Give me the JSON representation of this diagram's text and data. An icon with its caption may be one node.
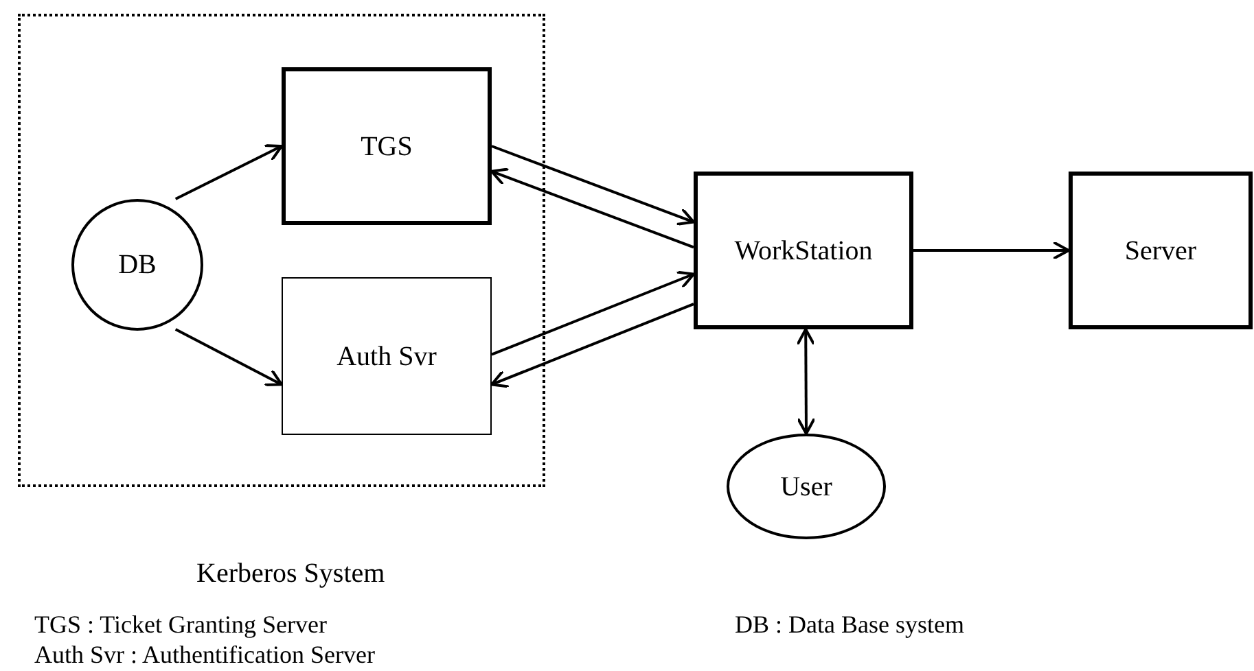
{
  "diagram": {
    "nodes": [
      {
        "text": [
          "Kerberos System"
        ]
      },
      {
        "text": [
          "DB"
        ],
        "in": 0
      },
      {
        "text": [
          "TGS"
        ],
        "in": 0
      },
      {
        "text": [
          "Auth Svr"
        ],
        "in": 0
      },
      {
        "text": [
          "WorkStation"
        ]
      },
      {
        "text": [
          "Server"
        ]
      },
      {
        "text": [
          "User"
        ]
      }
    ],
    "edges": [
      {
        "from": 1,
        "to": 2,
        "arrow": "to"
      },
      {
        "from": 1,
        "to": 3,
        "arrow": "to"
      },
      {
        "from": 2,
        "to": 4,
        "arrow": "to"
      },
      {
        "from": 4,
        "to": 2,
        "arrow": "to"
      },
      {
        "from": 3,
        "to": 4,
        "arrow": "to"
      },
      {
        "from": 4,
        "to": 3,
        "arrow": "to"
      },
      {
        "from": 4,
        "to": 5,
        "arrow": "to"
      },
      {
        "from": 4,
        "to": 6,
        "arrow": "both"
      }
    ],
    "labels": [
      "TGS : Ticket Granting Server",
      "DB : Data Base system",
      "Auth Svr : Authentification Server"
    ]
  }
}
